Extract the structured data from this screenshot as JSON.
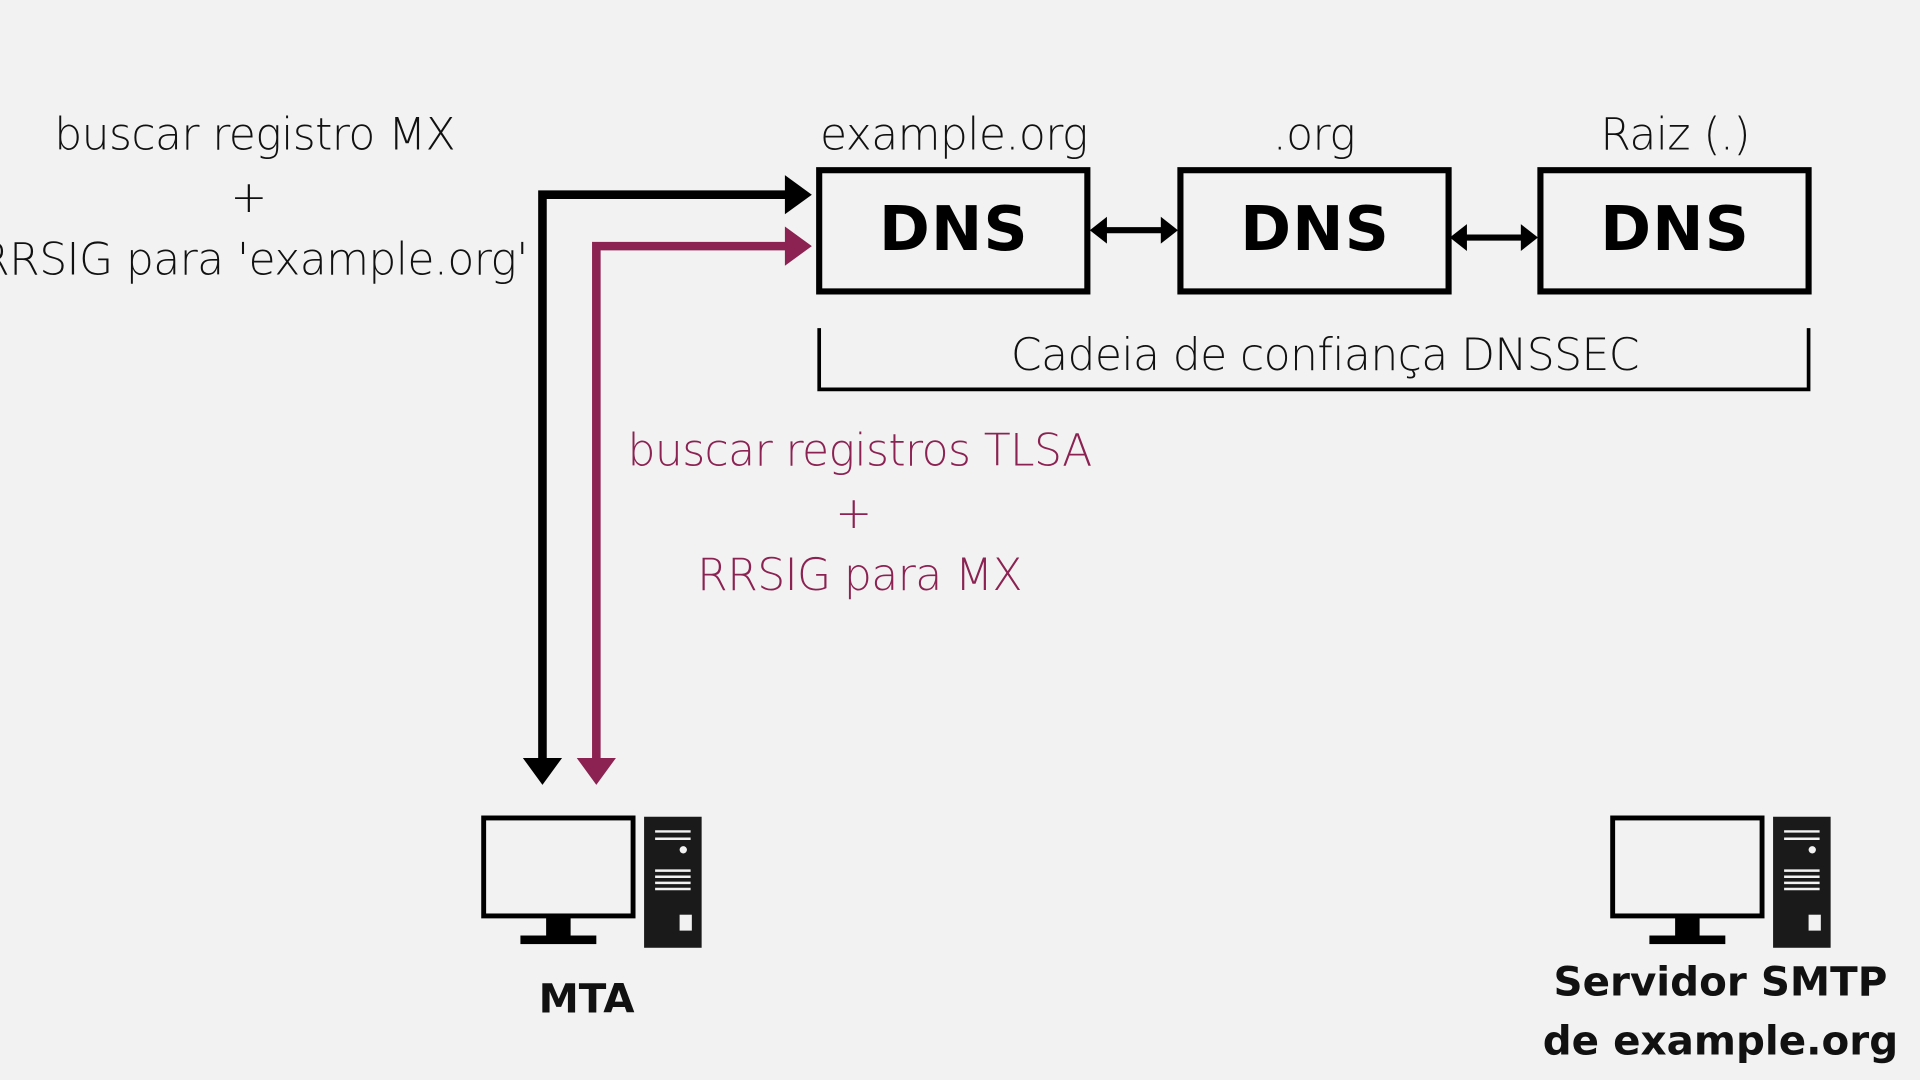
{
  "colors": {
    "background": "#f2f2f2",
    "black": "#000000",
    "accent": "#8b2252"
  },
  "query_mx": {
    "line1": "buscar registro MX",
    "plus": "+",
    "line2": "RRSIG para 'example.org'"
  },
  "query_tlsa": {
    "line1": "buscar registros TLSA",
    "plus": "+",
    "line2": "RRSIG para MX"
  },
  "dns_servers": [
    {
      "zone": "example.org",
      "label": "DNS"
    },
    {
      "zone": ".org",
      "label": "DNS"
    },
    {
      "zone": "Raiz (.)",
      "label": "DNS"
    }
  ],
  "chain_label": "Cadeia de confiança DNSSEC",
  "mta": {
    "label": "MTA",
    "icon": "desktop-computer-icon"
  },
  "smtp_server": {
    "label_line1": "Servidor SMTP",
    "label_line2": "de example.org",
    "icon": "desktop-computer-icon"
  }
}
